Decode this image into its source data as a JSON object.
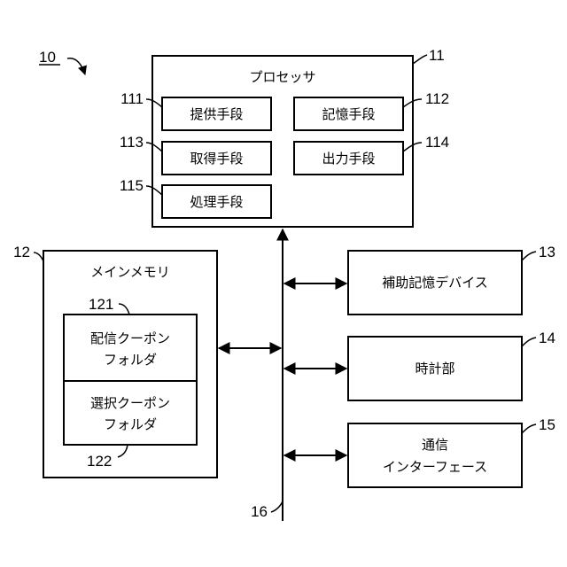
{
  "figure_ref": "10",
  "processor": {
    "ref": "11",
    "title": "プロセッサ",
    "units": {
      "provide": {
        "ref": "111",
        "label": "提供手段"
      },
      "store": {
        "ref": "112",
        "label": "記憶手段"
      },
      "acquire": {
        "ref": "113",
        "label": "取得手段"
      },
      "output": {
        "ref": "114",
        "label": "出力手段"
      },
      "process": {
        "ref": "115",
        "label": "処理手段"
      }
    }
  },
  "main_memory": {
    "ref": "12",
    "title": "メインメモリ",
    "folders": {
      "delivered": {
        "ref": "121",
        "line1": "配信クーポン",
        "line2": "フォルダ"
      },
      "selected": {
        "ref": "122",
        "line1": "選択クーポン",
        "line2": "フォルダ"
      }
    }
  },
  "aux_storage": {
    "ref": "13",
    "label": "補助記憶デバイス"
  },
  "clock": {
    "ref": "14",
    "label": "時計部"
  },
  "comm": {
    "ref": "15",
    "line1": "通信",
    "line2": "インターフェース"
  },
  "bus": {
    "ref": "16"
  }
}
